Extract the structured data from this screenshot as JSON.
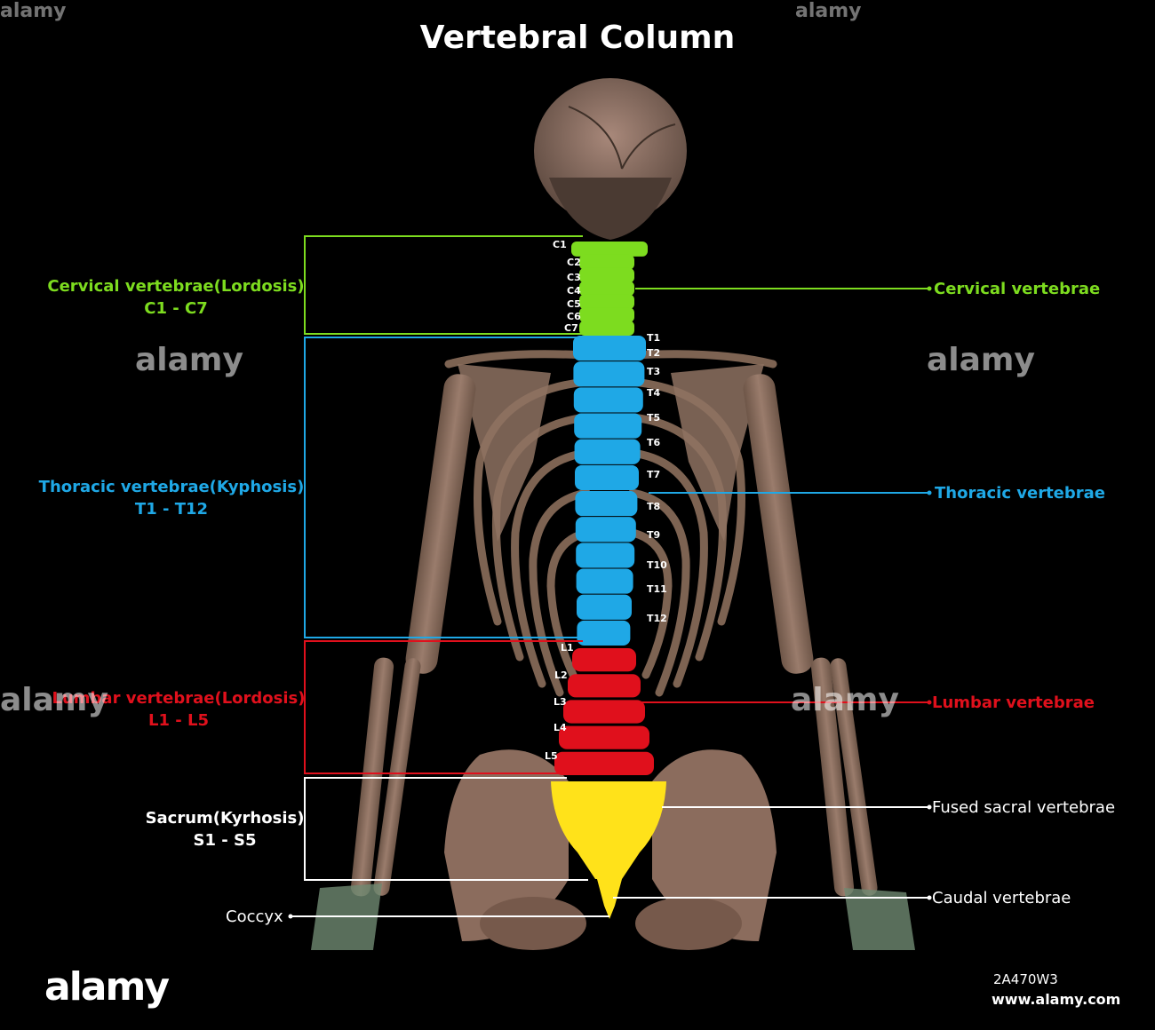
{
  "title": "Vertebral Column",
  "colors": {
    "cervical": "#7ddc1f",
    "thoracic": "#1fa8e6",
    "lumbar": "#e0101c",
    "sacral": "#ffffff",
    "sacrum_fill": "#ffe21a",
    "bone": "#8a6e5e"
  },
  "left_labels": {
    "cervical": {
      "line1": "Cervical vertebrae(Lordosis)",
      "line2": "C1 - C7"
    },
    "thoracic": {
      "line1": "Thoracic vertebrae(Kyphosis)",
      "line2": "T1 - T12"
    },
    "lumbar": {
      "line1": "Lumbar vertebrae(Lordosis)",
      "line2": "L1 - L5"
    },
    "sacrum": {
      "line1": "Sacrum(Kyrhosis)",
      "line2": "S1 - S5"
    },
    "coccyx": "Coccyx"
  },
  "right_labels": {
    "cervical": "Cervical vertebrae",
    "thoracic": "Thoracic vertebrae",
    "lumbar": "Lumbar vertebrae",
    "sacral": "Fused sacral vertebrae",
    "caudal": "Caudal vertebrae"
  },
  "vertebrae": {
    "cervical": [
      "C1",
      "C2",
      "C3",
      "C4",
      "C5",
      "C6",
      "C7"
    ],
    "thoracic": [
      "T1",
      "T2",
      "T3",
      "T4",
      "T5",
      "T6",
      "T7",
      "T8",
      "T9",
      "T10",
      "T11",
      "T12"
    ],
    "lumbar": [
      "L1",
      "L2",
      "L3",
      "L4",
      "L5"
    ]
  },
  "watermark": {
    "brand": "alamy",
    "image_code": "2A470W3",
    "website": "www.alamy.com"
  }
}
